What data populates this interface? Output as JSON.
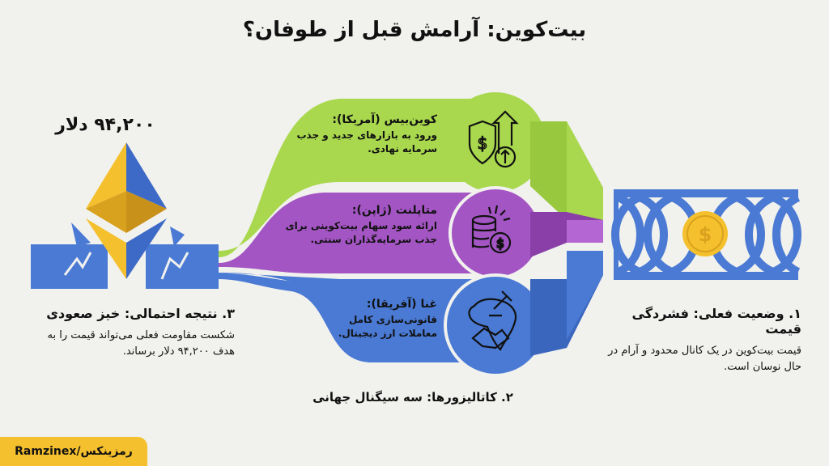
{
  "title": "بیت‌کوین: آرامش قبل از طوفان؟",
  "price_label": "۹۴,۲۰۰ دلار",
  "colors": {
    "background": "#f1f1ee",
    "green": "#a9d84e",
    "purple": "#a455c4",
    "blue": "#4a7ad4",
    "gold": "#f5c02d",
    "dark_gold": "#d9a21e",
    "eth_blue": "#3d6ac6"
  },
  "catalysts": [
    {
      "icon": "shield-dollar-arrow-up-icon",
      "heading": "کوین‌بیس (آمریکا):",
      "body": "ورود به بازارهای جدید و جذب سرمایه نهادی.",
      "color": "#a9d84e"
    },
    {
      "icon": "coin-stack-dollar-icon",
      "heading": "متاپلنت (ژاپن):",
      "body": "ارائه سود سهام بیت‌کوینی برای جذب سرمایه‌گذاران سنتی.",
      "color": "#a455c4"
    },
    {
      "icon": "africa-gavel-handshake-icon",
      "heading": "غنا (آفریقا):",
      "body": "قانونی‌سازی کامل معاملات ارز دیجیتال.",
      "color": "#4a7ad4"
    }
  ],
  "sections": {
    "current": {
      "heading": "۱. وضعیت فعلی: فشردگی قیمت",
      "body": "قیمت بیت‌کوین در یک کانال محدود و آرام در حال نوسان است."
    },
    "catalysts_heading": "۲. کاتالیزورها: سه سیگنال جهانی",
    "outcome": {
      "heading": "۳. نتیجه احتمالی: خیز صعودی",
      "body": "شکست مقاومت فعلی می‌تواند قیمت را به هدف ۹۴,۲۰۰ دلار برساند."
    }
  },
  "brand": "Ramzinex/رمزینکس"
}
